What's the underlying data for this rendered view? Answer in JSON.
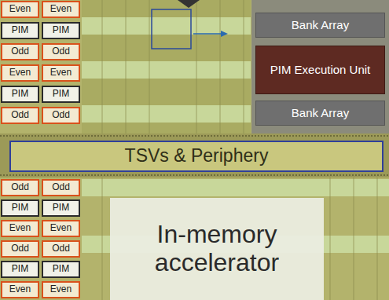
{
  "diagram": {
    "nodes": [
      {
        "text": [
          "Even"
        ]
      },
      {
        "text": [
          "Even"
        ]
      },
      {
        "text": [
          "PIM"
        ]
      },
      {
        "text": [
          "PIM"
        ]
      },
      {
        "text": [
          "Odd"
        ]
      },
      {
        "text": [
          "Odd"
        ]
      },
      {
        "text": [
          "Even"
        ]
      },
      {
        "text": [
          "Even"
        ]
      },
      {
        "text": [
          "PIM"
        ]
      },
      {
        "text": [
          "PIM"
        ]
      },
      {
        "text": [
          "Odd"
        ]
      },
      {
        "text": [
          "Odd"
        ]
      },
      {
        "text": [
          "Bank Array"
        ]
      },
      {
        "text": [
          "PIM Execution Unit"
        ]
      },
      {
        "text": [
          "Bank Array"
        ]
      },
      {
        "text": [
          "TSVs & Periphery"
        ]
      },
      {
        "text": [
          "Odd"
        ]
      },
      {
        "text": [
          "Odd"
        ]
      },
      {
        "text": [
          "PIM"
        ]
      },
      {
        "text": [
          "PIM"
        ]
      },
      {
        "text": [
          "Even"
        ]
      },
      {
        "text": [
          "Even"
        ]
      },
      {
        "text": [
          "Odd"
        ]
      },
      {
        "text": [
          "Odd"
        ]
      },
      {
        "text": [
          "PIM"
        ]
      },
      {
        "text": [
          "PIM"
        ]
      },
      {
        "text": [
          "Even"
        ]
      },
      {
        "text": [
          "Even"
        ]
      },
      {
        "text": [
          "In-memory accelerator"
        ]
      }
    ],
    "edges": []
  }
}
